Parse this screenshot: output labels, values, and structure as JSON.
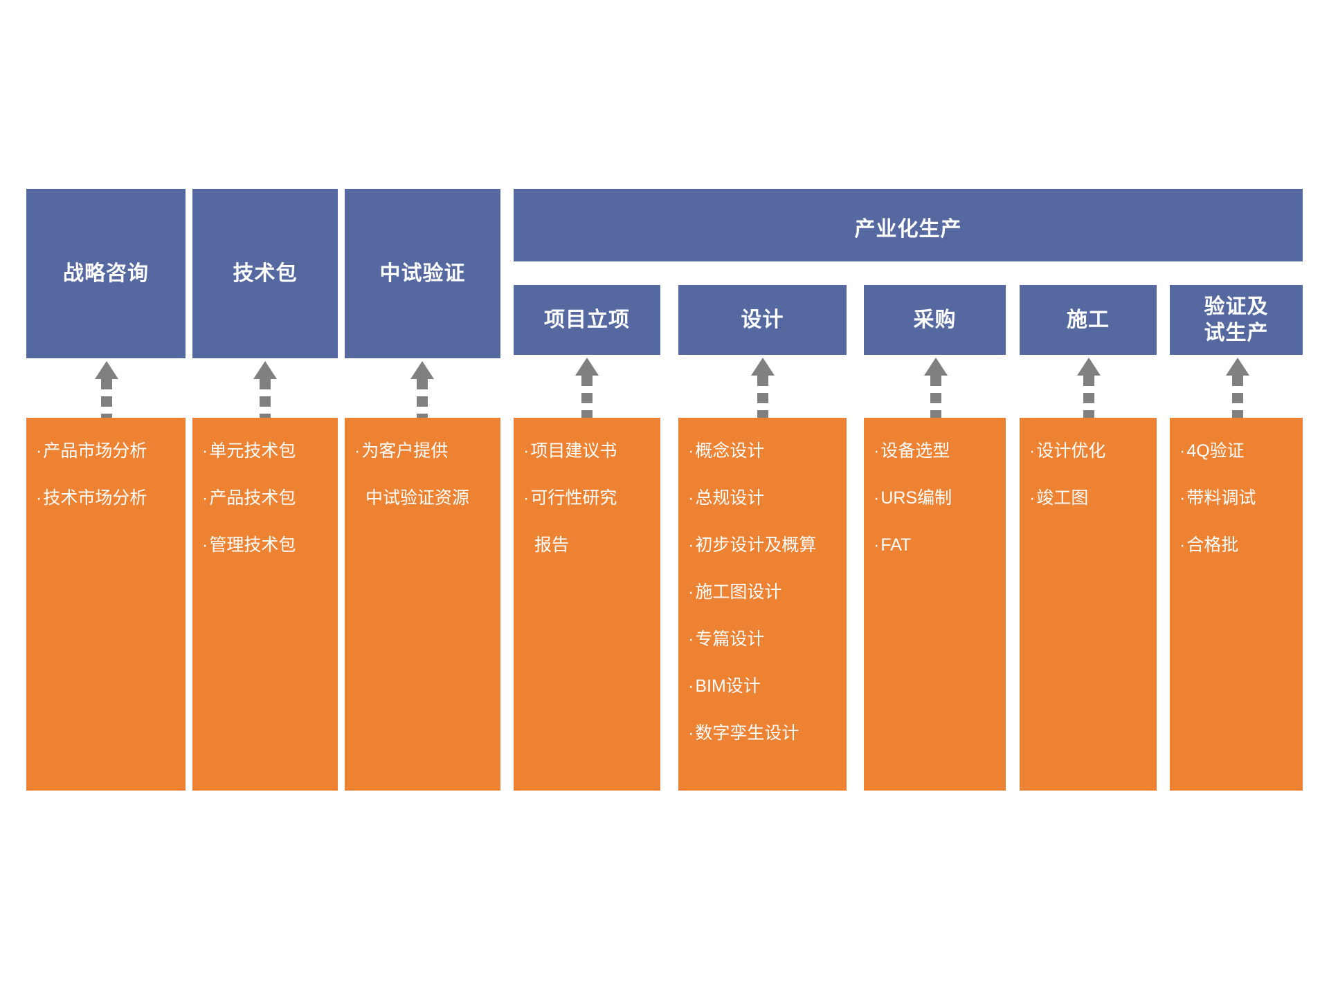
{
  "diagram": {
    "title_banner": {
      "label": "产业化生产"
    },
    "stages": [
      {
        "id": "strategy-consulting",
        "header": "战略咨询",
        "items": [
          {
            "text": "产品市场分析",
            "bullet": true
          },
          {
            "text": "技术市场分析",
            "bullet": true
          }
        ]
      },
      {
        "id": "technology-package",
        "header": "技术包",
        "items": [
          {
            "text": "单元技术包",
            "bullet": true
          },
          {
            "text": "产品技术包",
            "bullet": true
          },
          {
            "text": "管理技术包",
            "bullet": true
          }
        ]
      },
      {
        "id": "pilot-verification",
        "header": "中试验证",
        "items": [
          {
            "text": "为客户提供",
            "bullet": true
          },
          {
            "text": "中试验证资源",
            "bullet": false
          }
        ]
      },
      {
        "id": "project-initiation",
        "header": "项目立项",
        "items": [
          {
            "text": "项目建议书",
            "bullet": true
          },
          {
            "text": "可行性研究",
            "bullet": true
          },
          {
            "text": "报告",
            "bullet": false
          }
        ]
      },
      {
        "id": "design",
        "header": "设计",
        "items": [
          {
            "text": "概念设计",
            "bullet": true
          },
          {
            "text": "总规设计",
            "bullet": true
          },
          {
            "text": "初步设计及概算",
            "bullet": true
          },
          {
            "text": "施工图设计",
            "bullet": true
          },
          {
            "text": "专篇设计",
            "bullet": true
          },
          {
            "text": "BIM设计",
            "bullet": true
          },
          {
            "text": "数字孪生设计",
            "bullet": true
          }
        ]
      },
      {
        "id": "procurement",
        "header": "采购",
        "items": [
          {
            "text": "设备选型",
            "bullet": true
          },
          {
            "text": "URS编制",
            "bullet": true
          },
          {
            "text": "FAT",
            "bullet": true
          }
        ]
      },
      {
        "id": "construction",
        "header": "施工",
        "items": [
          {
            "text": "设计优化",
            "bullet": true
          },
          {
            "text": "竣工图",
            "bullet": true
          }
        ]
      },
      {
        "id": "validation-trial-production",
        "header": "验证及\n试生产",
        "header_line1": "验证及",
        "header_line2": "试生产",
        "items": [
          {
            "text": "4Q验证",
            "bullet": true
          },
          {
            "text": "带料调试",
            "bullet": true
          },
          {
            "text": "合格批",
            "bullet": true
          }
        ]
      }
    ],
    "colors": {
      "blue": "#5568A0",
      "orange": "#EC8232",
      "arrow_gray": "#808080",
      "text_white": "#FFFFFF",
      "background": "#FFFFFF"
    },
    "bullet_char": "·"
  }
}
